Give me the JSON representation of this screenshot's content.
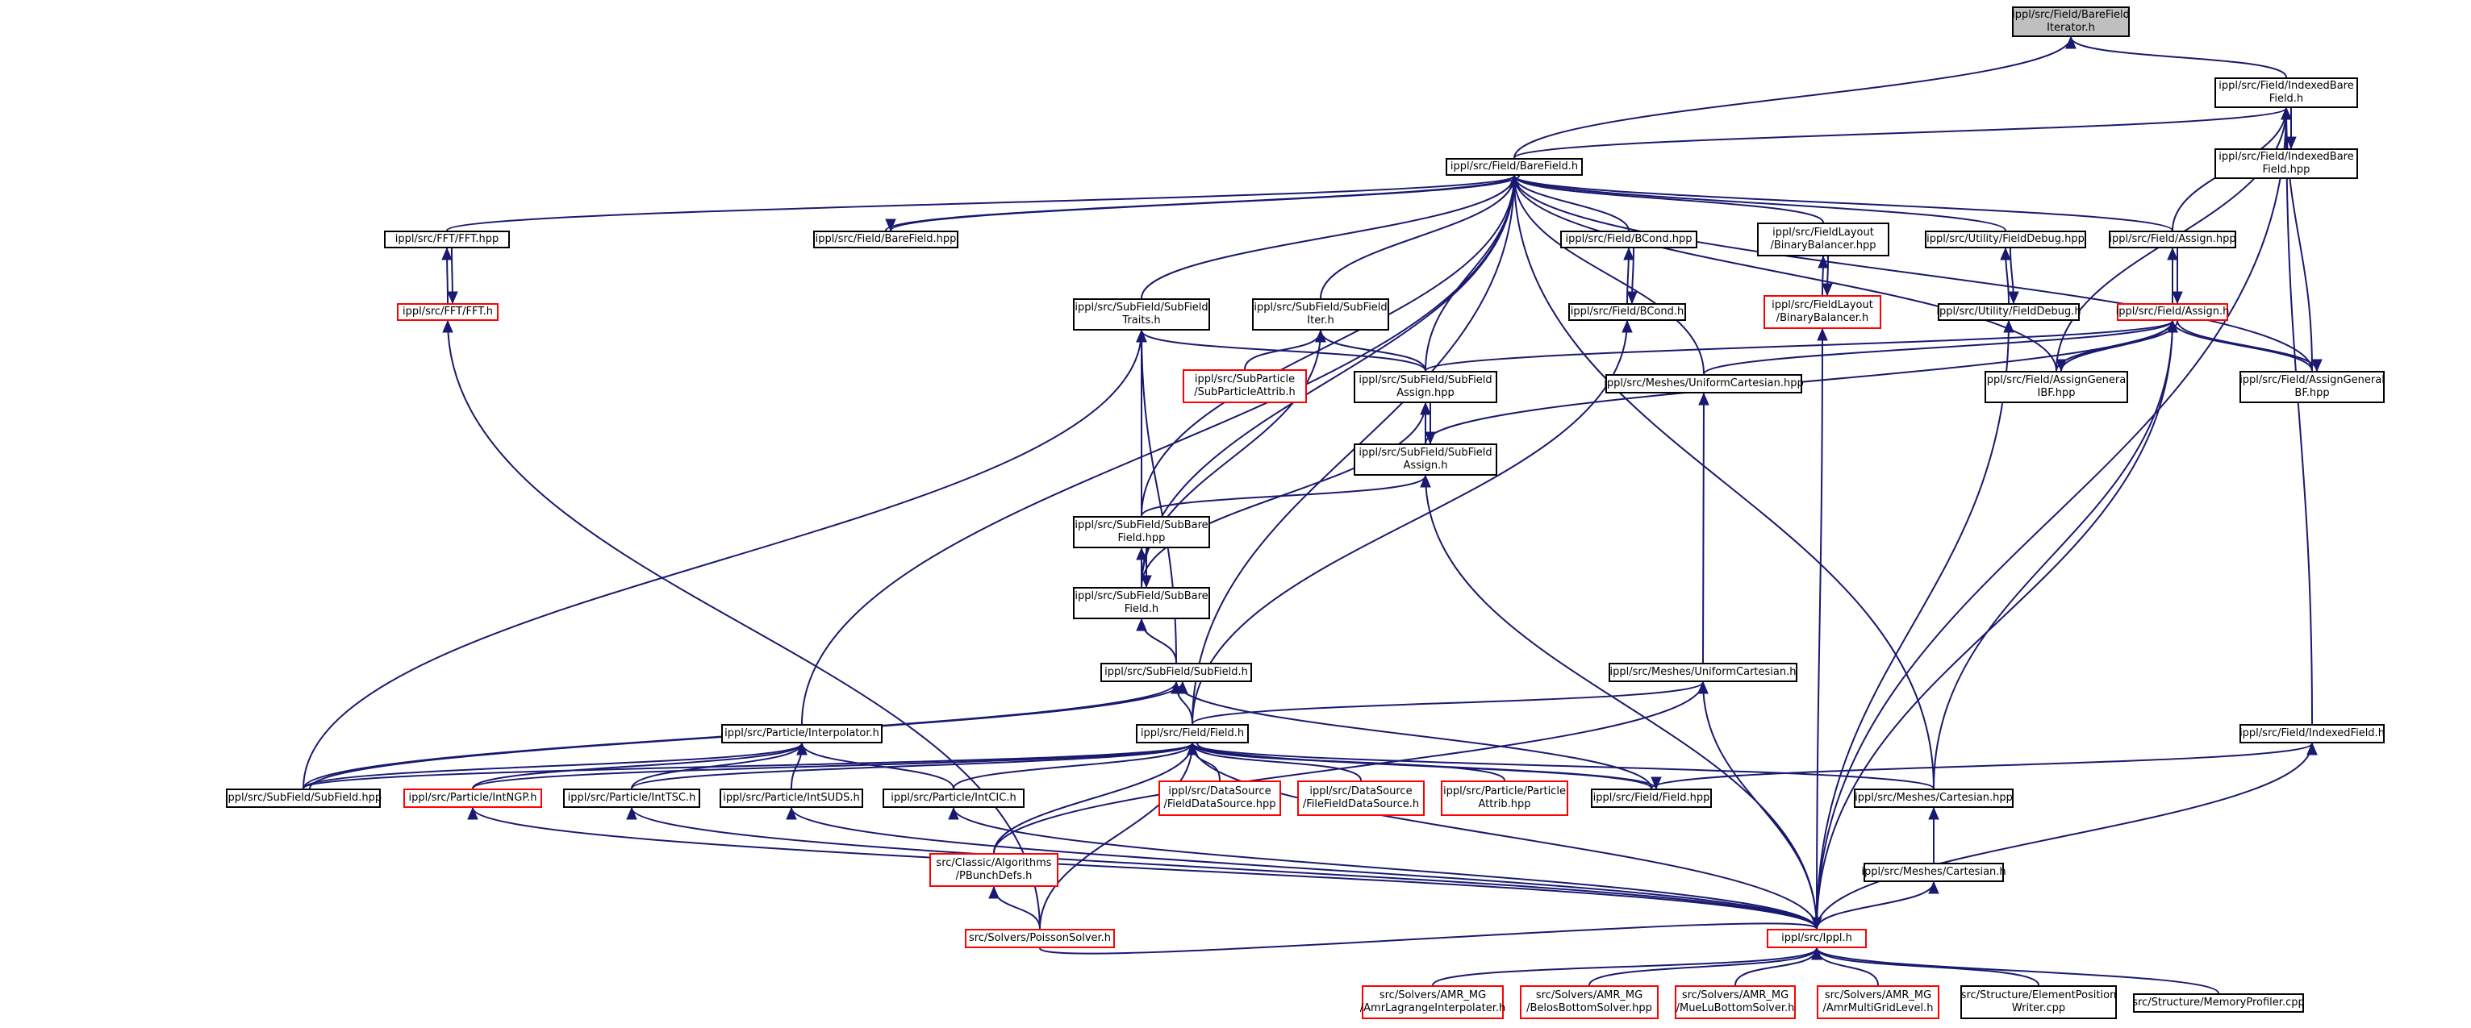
{
  "colors": {
    "edge": "#191970",
    "node_border": "#000000",
    "node_incomplete_border": "#ff0000",
    "root_fill": "#bfbfbf",
    "background": "#ffffff"
  },
  "nodes": [
    {
      "id": "BareFieldIterator",
      "lines": [
        "ippl/src/Field/BareField",
        "Iterator.h"
      ],
      "style": "root"
    },
    {
      "id": "IndexedBareField_h",
      "lines": [
        "ippl/src/Field/IndexedBare",
        "Field.h"
      ],
      "style": "normal"
    },
    {
      "id": "IndexedBareField_hpp",
      "lines": [
        "ippl/src/Field/IndexedBare",
        "Field.hpp"
      ],
      "style": "normal"
    },
    {
      "id": "BareField_h",
      "lines": [
        "ippl/src/Field/BareField.h"
      ],
      "style": "normal"
    },
    {
      "id": "FFT_hpp",
      "lines": [
        "ippl/src/FFT/FFT.hpp"
      ],
      "style": "normal"
    },
    {
      "id": "FFT_h",
      "lines": [
        "ippl/src/FFT/FFT.h"
      ],
      "style": "red"
    },
    {
      "id": "BareField_hpp",
      "lines": [
        "ippl/src/Field/BareField.hpp"
      ],
      "style": "normal"
    },
    {
      "id": "BCond_hpp",
      "lines": [
        "ippl/src/Field/BCond.hpp"
      ],
      "style": "normal"
    },
    {
      "id": "BCond_h",
      "lines": [
        "ippl/src/Field/BCond.h"
      ],
      "style": "normal"
    },
    {
      "id": "BinaryBalancer_hpp",
      "lines": [
        "ippl/src/FieldLayout",
        "/BinaryBalancer.hpp"
      ],
      "style": "normal"
    },
    {
      "id": "BinaryBalancer_h",
      "lines": [
        "ippl/src/FieldLayout",
        "/BinaryBalancer.h"
      ],
      "style": "red"
    },
    {
      "id": "FieldDebug_hpp",
      "lines": [
        "ippl/src/Utility/FieldDebug.hpp"
      ],
      "style": "normal"
    },
    {
      "id": "FieldDebug_h",
      "lines": [
        "ippl/src/Utility/FieldDebug.h"
      ],
      "style": "normal"
    },
    {
      "id": "Assign_hpp",
      "lines": [
        "ippl/src/Field/Assign.hpp"
      ],
      "style": "normal"
    },
    {
      "id": "Assign_h",
      "lines": [
        "ippl/src/Field/Assign.h"
      ],
      "style": "red"
    },
    {
      "id": "AssignGeneralIBF",
      "lines": [
        "ippl/src/Field/AssignGeneral",
        "IBF.hpp"
      ],
      "style": "normal"
    },
    {
      "id": "AssignGeneralBF",
      "lines": [
        "ippl/src/Field/AssignGeneral",
        "BF.hpp"
      ],
      "style": "normal"
    },
    {
      "id": "SubFieldTraits",
      "lines": [
        "ippl/src/SubField/SubField",
        "Traits.h"
      ],
      "style": "normal"
    },
    {
      "id": "SubFieldIter",
      "lines": [
        "ippl/src/SubField/SubField",
        "Iter.h"
      ],
      "style": "normal"
    },
    {
      "id": "SubParticleAttrib",
      "lines": [
        "ippl/src/SubParticle",
        "/SubParticleAttrib.h"
      ],
      "style": "red"
    },
    {
      "id": "SubFieldAssign_hpp",
      "lines": [
        "ippl/src/SubField/SubField",
        "Assign.hpp"
      ],
      "style": "normal"
    },
    {
      "id": "UniformCartesian_hpp",
      "lines": [
        "ippl/src/Meshes/UniformCartesian.hpp"
      ],
      "style": "normal"
    },
    {
      "id": "SubFieldAssign_h",
      "lines": [
        "ippl/src/SubField/SubField",
        "Assign.h"
      ],
      "style": "normal"
    },
    {
      "id": "SubBareField_hpp",
      "lines": [
        "ippl/src/SubField/SubBare",
        "Field.hpp"
      ],
      "style": "normal"
    },
    {
      "id": "SubBareField_h",
      "lines": [
        "ippl/src/SubField/SubBare",
        "Field.h"
      ],
      "style": "normal"
    },
    {
      "id": "SubField_h",
      "lines": [
        "ippl/src/SubField/SubField.h"
      ],
      "style": "normal"
    },
    {
      "id": "UniformCartesian_h",
      "lines": [
        "ippl/src/Meshes/UniformCartesian.h"
      ],
      "style": "normal"
    },
    {
      "id": "Interpolator",
      "lines": [
        "ippl/src/Particle/Interpolator.h"
      ],
      "style": "normal"
    },
    {
      "id": "Field_h",
      "lines": [
        "ippl/src/Field/Field.h"
      ],
      "style": "normal"
    },
    {
      "id": "IndexedField",
      "lines": [
        "ippl/src/Field/IndexedField.h"
      ],
      "style": "normal"
    },
    {
      "id": "SubField_hpp",
      "lines": [
        "ippl/src/SubField/SubField.hpp"
      ],
      "style": "normal"
    },
    {
      "id": "IntNGP",
      "lines": [
        "ippl/src/Particle/IntNGP.h"
      ],
      "style": "red"
    },
    {
      "id": "IntTSC",
      "lines": [
        "ippl/src/Particle/IntTSC.h"
      ],
      "style": "normal"
    },
    {
      "id": "IntSUDS",
      "lines": [
        "ippl/src/Particle/IntSUDS.h"
      ],
      "style": "normal"
    },
    {
      "id": "IntCIC",
      "lines": [
        "ippl/src/Particle/IntCIC.h"
      ],
      "style": "normal"
    },
    {
      "id": "FieldDataSource",
      "lines": [
        "ippl/src/DataSource",
        "/FieldDataSource.hpp"
      ],
      "style": "red"
    },
    {
      "id": "FileFieldDataSource",
      "lines": [
        "ippl/src/DataSource",
        "/FileFieldDataSource.h"
      ],
      "style": "red"
    },
    {
      "id": "ParticleAttrib",
      "lines": [
        "ippl/src/Particle/Particle",
        "Attrib.hpp"
      ],
      "style": "red"
    },
    {
      "id": "Field_hpp",
      "lines": [
        "ippl/src/Field/Field.hpp"
      ],
      "style": "normal"
    },
    {
      "id": "Cartesian_hpp",
      "lines": [
        "ippl/src/Meshes/Cartesian.hpp"
      ],
      "style": "normal"
    },
    {
      "id": "PBunchDefs",
      "lines": [
        "src/Classic/Algorithms",
        "/PBunchDefs.h"
      ],
      "style": "red"
    },
    {
      "id": "Cartesian_h",
      "lines": [
        "ippl/src/Meshes/Cartesian.h"
      ],
      "style": "normal"
    },
    {
      "id": "PoissonSolver",
      "lines": [
        "src/Solvers/PoissonSolver.h"
      ],
      "style": "red"
    },
    {
      "id": "Ippl_h",
      "lines": [
        "ippl/src/Ippl.h"
      ],
      "style": "red"
    },
    {
      "id": "AmrLagrange",
      "lines": [
        "src/Solvers/AMR_MG",
        "/AmrLagrangeInterpolater.h"
      ],
      "style": "red"
    },
    {
      "id": "BelosBottom",
      "lines": [
        "src/Solvers/AMR_MG",
        "/BelosBottomSolver.hpp"
      ],
      "style": "red"
    },
    {
      "id": "MueLuBottom",
      "lines": [
        "src/Solvers/AMR_MG",
        "/MueLuBottomSolver.h"
      ],
      "style": "red"
    },
    {
      "id": "AmrMultiGrid",
      "lines": [
        "src/Solvers/AMR_MG",
        "/AmrMultiGridLevel.h"
      ],
      "style": "red"
    },
    {
      "id": "ElementPosition",
      "lines": [
        "src/Structure/ElementPosition",
        "Writer.cpp"
      ],
      "style": "normal"
    },
    {
      "id": "MemoryProfiler",
      "lines": [
        "src/Structure/MemoryProfiler.cpp"
      ],
      "style": "normal"
    }
  ],
  "edges": [
    [
      "BareField_h",
      "BareFieldIterator"
    ],
    [
      "IndexedBareField_h",
      "BareFieldIterator"
    ],
    [
      "BareField_h",
      "IndexedBareField_h"
    ],
    [
      "IndexedBareField_hpp",
      "IndexedBareField_h"
    ],
    [
      "IndexedBareField_h",
      "IndexedBareField_hpp"
    ],
    [
      "Assign_hpp",
      "IndexedBareField_h"
    ],
    [
      "AssignGeneralIBF",
      "IndexedBareField_h"
    ],
    [
      "AssignGeneralBF",
      "IndexedBareField_h"
    ],
    [
      "IndexedField",
      "IndexedBareField_h"
    ],
    [
      "Ippl_h",
      "IndexedBareField_h"
    ],
    [
      "FFT_hpp",
      "BareField_h"
    ],
    [
      "BareField_hpp",
      "BareField_h"
    ],
    [
      "BareField_h",
      "BareField_hpp"
    ],
    [
      "BCond_hpp",
      "BareField_h"
    ],
    [
      "BinaryBalancer_hpp",
      "BareField_h"
    ],
    [
      "FieldDebug_hpp",
      "BareField_h"
    ],
    [
      "Assign_hpp",
      "BareField_h"
    ],
    [
      "AssignGeneralIBF",
      "BareField_h"
    ],
    [
      "AssignGeneralBF",
      "BareField_h"
    ],
    [
      "SubFieldTraits",
      "BareField_h"
    ],
    [
      "SubFieldIter",
      "BareField_h"
    ],
    [
      "SubFieldAssign_hpp",
      "BareField_h"
    ],
    [
      "UniformCartesian_hpp",
      "BareField_h"
    ],
    [
      "SubBareField_hpp",
      "BareField_h"
    ],
    [
      "SubBareField_h",
      "BareField_h"
    ],
    [
      "Interpolator",
      "BareField_h"
    ],
    [
      "Field_h",
      "BareField_h"
    ],
    [
      "Cartesian_hpp",
      "BareField_h"
    ],
    [
      "FFT_h",
      "FFT_hpp"
    ],
    [
      "FFT_hpp",
      "FFT_h"
    ],
    [
      "PoissonSolver",
      "FFT_h"
    ],
    [
      "BCond_h",
      "BCond_hpp"
    ],
    [
      "BCond_hpp",
      "BCond_h"
    ],
    [
      "Field_h",
      "BCond_h"
    ],
    [
      "BinaryBalancer_h",
      "BinaryBalancer_hpp"
    ],
    [
      "BinaryBalancer_hpp",
      "BinaryBalancer_h"
    ],
    [
      "Ippl_h",
      "BinaryBalancer_h"
    ],
    [
      "FieldDebug_h",
      "FieldDebug_hpp"
    ],
    [
      "FieldDebug_hpp",
      "FieldDebug_h"
    ],
    [
      "Ippl_h",
      "FieldDebug_h"
    ],
    [
      "Assign_h",
      "Assign_hpp"
    ],
    [
      "Assign_hpp",
      "Assign_h"
    ],
    [
      "AssignGeneralIBF",
      "Assign_h"
    ],
    [
      "Assign_h",
      "AssignGeneralIBF"
    ],
    [
      "AssignGeneralBF",
      "Assign_h"
    ],
    [
      "Assign_h",
      "AssignGeneralBF"
    ],
    [
      "SubFieldAssign_hpp",
      "Assign_h"
    ],
    [
      "SubFieldAssign_h",
      "Assign_h"
    ],
    [
      "UniformCartesian_hpp",
      "Assign_h"
    ],
    [
      "Cartesian_hpp",
      "Assign_h"
    ],
    [
      "Ippl_h",
      "Assign_h"
    ],
    [
      "SubFieldAssign_hpp",
      "SubFieldTraits"
    ],
    [
      "SubBareField_hpp",
      "SubFieldTraits"
    ],
    [
      "SubBareField_h",
      "SubFieldTraits"
    ],
    [
      "SubField_h",
      "SubFieldTraits"
    ],
    [
      "SubField_hpp",
      "SubFieldTraits"
    ],
    [
      "SubParticleAttrib",
      "SubFieldIter"
    ],
    [
      "SubFieldAssign_hpp",
      "SubFieldIter"
    ],
    [
      "SubBareField_h",
      "SubFieldIter"
    ],
    [
      "SubFieldAssign_h",
      "SubFieldAssign_hpp"
    ],
    [
      "SubFieldAssign_hpp",
      "SubFieldAssign_h"
    ],
    [
      "SubBareField_h",
      "SubFieldAssign_hpp"
    ],
    [
      "SubBareField_hpp",
      "SubFieldAssign_h"
    ],
    [
      "Ippl_h",
      "SubFieldAssign_h"
    ],
    [
      "UniformCartesian_h",
      "UniformCartesian_hpp"
    ],
    [
      "SubBareField_h",
      "SubBareField_hpp"
    ],
    [
      "SubBareField_hpp",
      "SubBareField_h"
    ],
    [
      "SubField_h",
      "SubBareField_h"
    ],
    [
      "Field_h",
      "SubField_h"
    ],
    [
      "SubField_hpp",
      "SubField_h"
    ],
    [
      "SubField_hpp",
      "SubField_h"
    ],
    [
      "Field_hpp",
      "SubField_h"
    ],
    [
      "Field_h",
      "UniformCartesian_h"
    ],
    [
      "PBunchDefs",
      "UniformCartesian_h"
    ],
    [
      "Ippl_h",
      "UniformCartesian_h"
    ],
    [
      "SubField_hpp",
      "Interpolator"
    ],
    [
      "IntNGP",
      "Interpolator"
    ],
    [
      "IntTSC",
      "Interpolator"
    ],
    [
      "IntSUDS",
      "Interpolator"
    ],
    [
      "IntCIC",
      "Interpolator"
    ],
    [
      "SubField_hpp",
      "Field_h"
    ],
    [
      "IntNGP",
      "Field_h"
    ],
    [
      "IntTSC",
      "Field_h"
    ],
    [
      "IntCIC",
      "Field_h"
    ],
    [
      "FieldDataSource",
      "Field_h"
    ],
    [
      "FileFieldDataSource",
      "Field_h"
    ],
    [
      "ParticleAttrib",
      "Field_h"
    ],
    [
      "Field_hpp",
      "Field_h"
    ],
    [
      "Field_h",
      "Field_hpp"
    ],
    [
      "Cartesian_hpp",
      "Field_h"
    ],
    [
      "PBunchDefs",
      "Field_h"
    ],
    [
      "PoissonSolver",
      "Field_h"
    ],
    [
      "Ippl_h",
      "Field_h"
    ],
    [
      "Field_hpp",
      "IndexedField"
    ],
    [
      "Ippl_h",
      "IndexedField"
    ],
    [
      "Cartesian_h",
      "Cartesian_hpp"
    ],
    [
      "PoissonSolver",
      "PBunchDefs"
    ],
    [
      "Ippl_h",
      "IntNGP"
    ],
    [
      "Ippl_h",
      "IntTSC"
    ],
    [
      "Ippl_h",
      "IntSUDS"
    ],
    [
      "Ippl_h",
      "IntCIC"
    ],
    [
      "Ippl_h",
      "Cartesian_h"
    ],
    [
      "PoissonSolver",
      "Ippl_h"
    ],
    [
      "AmrLagrange",
      "Ippl_h"
    ],
    [
      "BelosBottom",
      "Ippl_h"
    ],
    [
      "MueLuBottom",
      "Ippl_h"
    ],
    [
      "AmrMultiGrid",
      "Ippl_h"
    ],
    [
      "ElementPosition",
      "Ippl_h"
    ],
    [
      "MemoryProfiler",
      "Ippl_h"
    ]
  ]
}
